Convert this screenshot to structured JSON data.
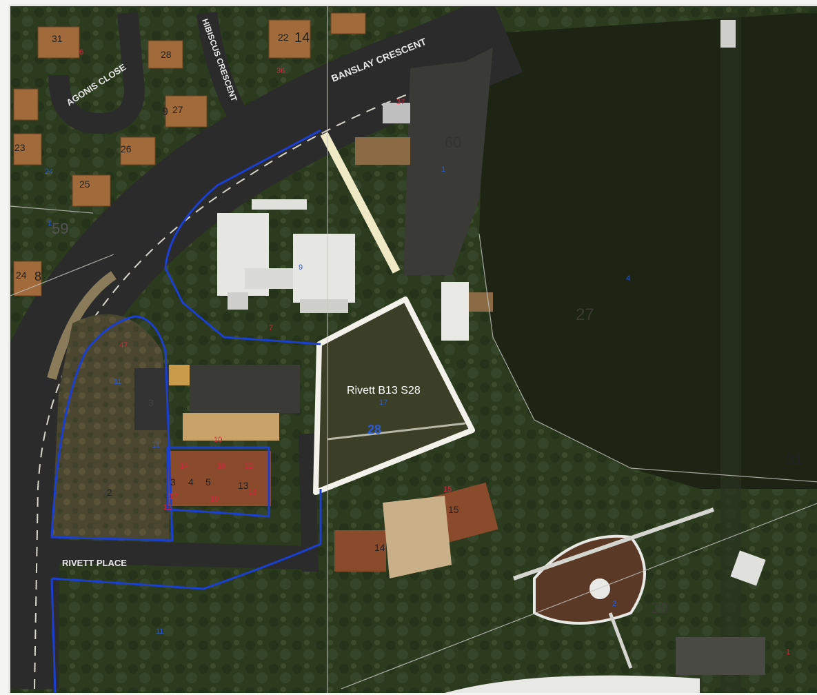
{
  "map": {
    "streets": {
      "agonis": "AGONIS CLOSE",
      "hibiscus": "HIBISCUS CRESCENT",
      "banslay": "BANSLAY CRESCENT",
      "rivett_place": "RIVETT PLACE"
    },
    "site_label": "Rivett B13 S28",
    "site_number": "28",
    "lot_labels": {
      "n31": "31",
      "n28": "28",
      "n27": "27",
      "n9": "9",
      "n26": "26",
      "n23": "23",
      "n24": "24",
      "n25": "25",
      "n59": "59",
      "n24b": "24",
      "n8": "8",
      "n22": "22",
      "n14top": "14",
      "n60": "60",
      "n27park": "27",
      "n31e": "31",
      "n29": "29",
      "n15": "15",
      "n14": "14",
      "n2": "2",
      "n3": "3",
      "n4": "4",
      "n5": "5",
      "n13": "13",
      "n12": "12",
      "n11": "11"
    },
    "section_labels": {
      "s47": "47",
      "s11": "11",
      "s9": "9",
      "s1": "1",
      "s6": "6",
      "s37": "37",
      "s2": "2",
      "s12": "12",
      "s14": "14",
      "s16": "16",
      "s22": "22",
      "s18": "18",
      "s19": "19",
      "s15": "15",
      "s36": "36",
      "s24": "24",
      "s4": "4",
      "s7": "7",
      "s17": "17",
      "s10": "10",
      "s1b": "1",
      "s1c": "1",
      "s11b": "11",
      "s2b": "2",
      "s3": "3"
    },
    "colors": {
      "boundary_blue": "#1a3fd1",
      "site_outline": "#f2f2ea",
      "lot_red": "#d2283c",
      "lot_blue": "#2a5bd8",
      "ground": "#2d3b20",
      "park": "#1e2616",
      "road": "#2b2b2b"
    }
  }
}
